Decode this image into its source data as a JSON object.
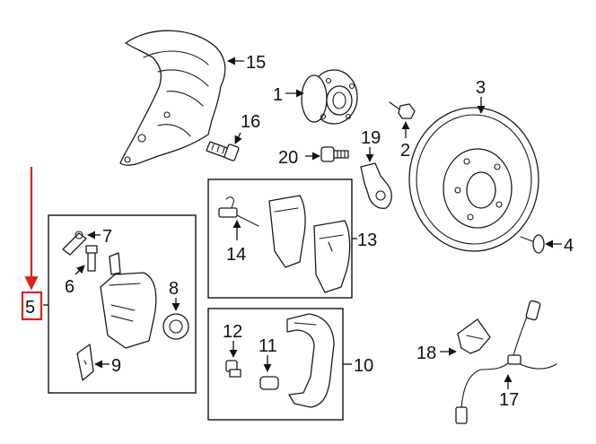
{
  "callouts": {
    "c1": "1",
    "c2": "2",
    "c3": "3",
    "c4": "4",
    "c5": "5",
    "c6": "6",
    "c7": "7",
    "c8": "8",
    "c9": "9",
    "c10": "10",
    "c11": "11",
    "c12": "12",
    "c13": "13",
    "c14": "14",
    "c15": "15",
    "c16": "16",
    "c17": "17",
    "c18": "18",
    "c19": "19",
    "c20": "20"
  },
  "highlight": {
    "callout": "5",
    "color": "#e0201b"
  }
}
